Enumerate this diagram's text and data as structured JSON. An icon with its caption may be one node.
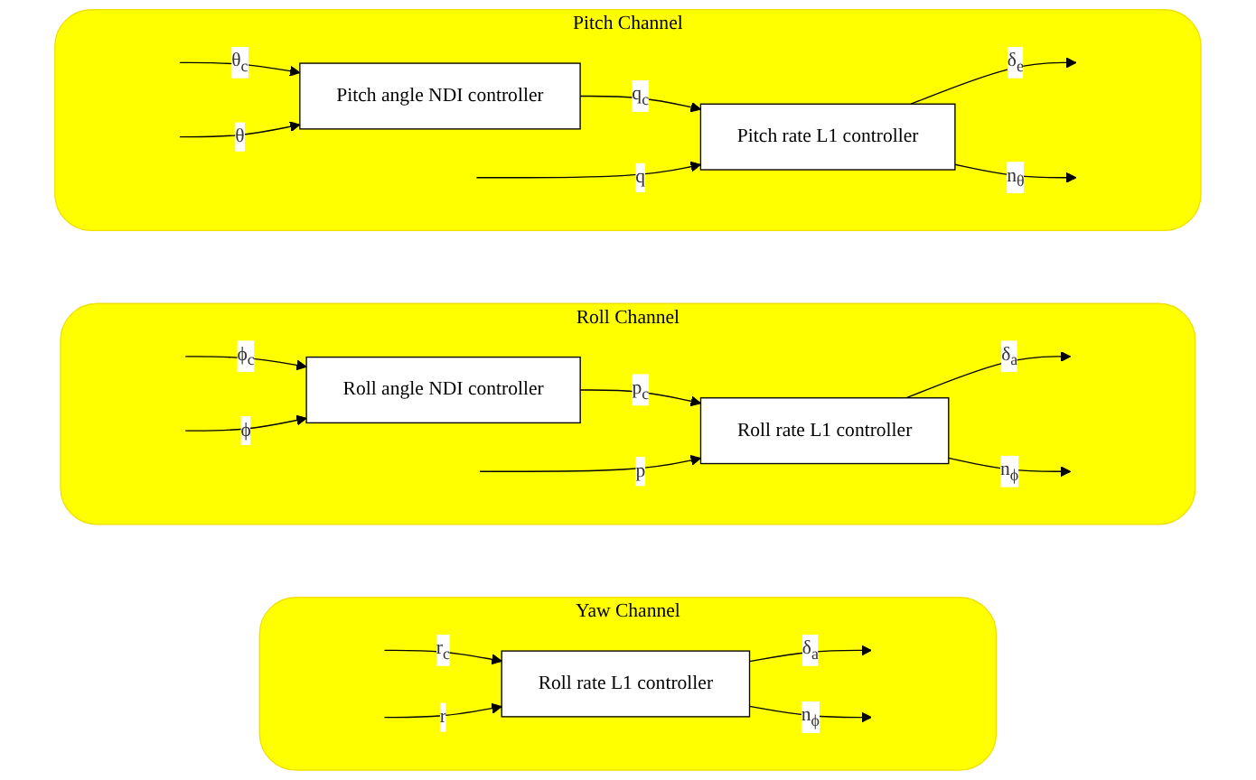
{
  "diagram": {
    "nodes": [
      {
        "text": [
          "Pitch Channel"
        ]
      },
      {
        "text": [
          "Pitch angle NDI controller"
        ],
        "in": 0
      },
      {
        "text": [
          "Pitch rate L1 controller"
        ],
        "in": 0
      },
      {
        "text": [
          "Roll Channel"
        ]
      },
      {
        "text": [
          "Roll angle NDI controller"
        ],
        "in": 3
      },
      {
        "text": [
          "Roll rate L1 controller"
        ],
        "in": 3
      },
      {
        "text": [
          "Yaw Channel"
        ]
      },
      {
        "text": [
          "Roll rate L1 controller"
        ],
        "in": 6
      }
    ],
    "edges": [
      {
        "from": null,
        "to": 1,
        "arrow": "to",
        "label": "θ$_{c}$"
      },
      {
        "from": null,
        "to": 1,
        "arrow": "to",
        "label": "θ"
      },
      {
        "from": 1,
        "to": 2,
        "arrow": "to",
        "label": "q$_{c}$"
      },
      {
        "from": null,
        "to": 2,
        "arrow": "to",
        "label": "q"
      },
      {
        "from": 2,
        "to": null,
        "arrow": "to",
        "label": "δ$_{e}$"
      },
      {
        "from": 2,
        "to": null,
        "arrow": "to",
        "label": "n$_{θ}$"
      },
      {
        "from": null,
        "to": 4,
        "arrow": "to",
        "label": "ϕ$_{c}$"
      },
      {
        "from": null,
        "to": 4,
        "arrow": "to",
        "label": "ϕ"
      },
      {
        "from": 4,
        "to": 5,
        "arrow": "to",
        "label": "p$_{c}$"
      },
      {
        "from": null,
        "to": 5,
        "arrow": "to",
        "label": "p"
      },
      {
        "from": 5,
        "to": null,
        "arrow": "to",
        "label": "δ$_{a}$"
      },
      {
        "from": 5,
        "to": null,
        "arrow": "to",
        "label": "n$_{ϕ}$"
      },
      {
        "from": null,
        "to": 7,
        "arrow": "to",
        "label": "r$_{c}$"
      },
      {
        "from": null,
        "to": 7,
        "arrow": "to",
        "label": "r"
      },
      {
        "from": 7,
        "to": null,
        "arrow": "to",
        "label": "δ$_{a}$"
      },
      {
        "from": 7,
        "to": null,
        "arrow": "to",
        "label": "n$_{ϕ}$"
      }
    ]
  }
}
